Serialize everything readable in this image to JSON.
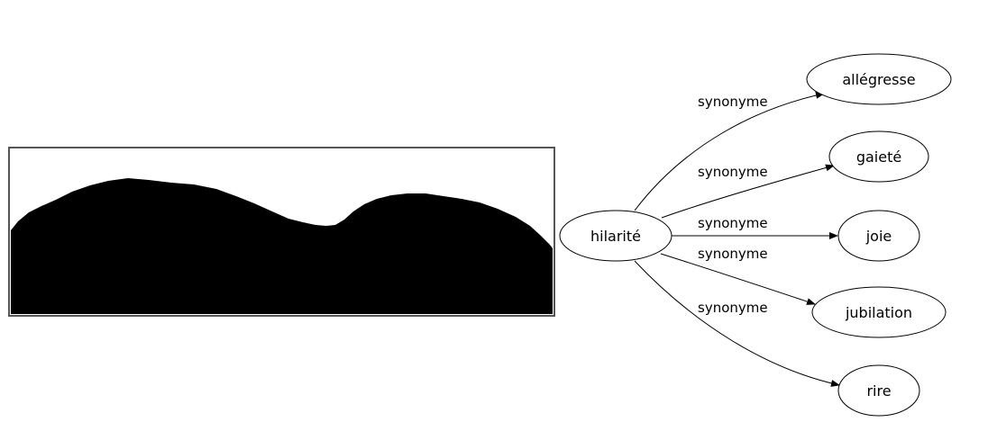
{
  "graph": {
    "root": {
      "id": "hilarite",
      "label": "hilarité"
    },
    "edges": [
      {
        "label": "synonyme",
        "target": {
          "id": "allegresse",
          "label": "allégresse"
        }
      },
      {
        "label": "synonyme",
        "target": {
          "id": "gaiete",
          "label": "gaieté"
        }
      },
      {
        "label": "synonyme",
        "target": {
          "id": "joie",
          "label": "joie"
        }
      },
      {
        "label": "synonyme",
        "target": {
          "id": "jubilation",
          "label": "jubilation"
        }
      },
      {
        "label": "synonyme",
        "target": {
          "id": "rire",
          "label": "rire"
        }
      }
    ]
  },
  "colors": {
    "stroke": "#000000",
    "silhouette": "#000000",
    "background": "#ffffff",
    "frame": "#555555"
  }
}
